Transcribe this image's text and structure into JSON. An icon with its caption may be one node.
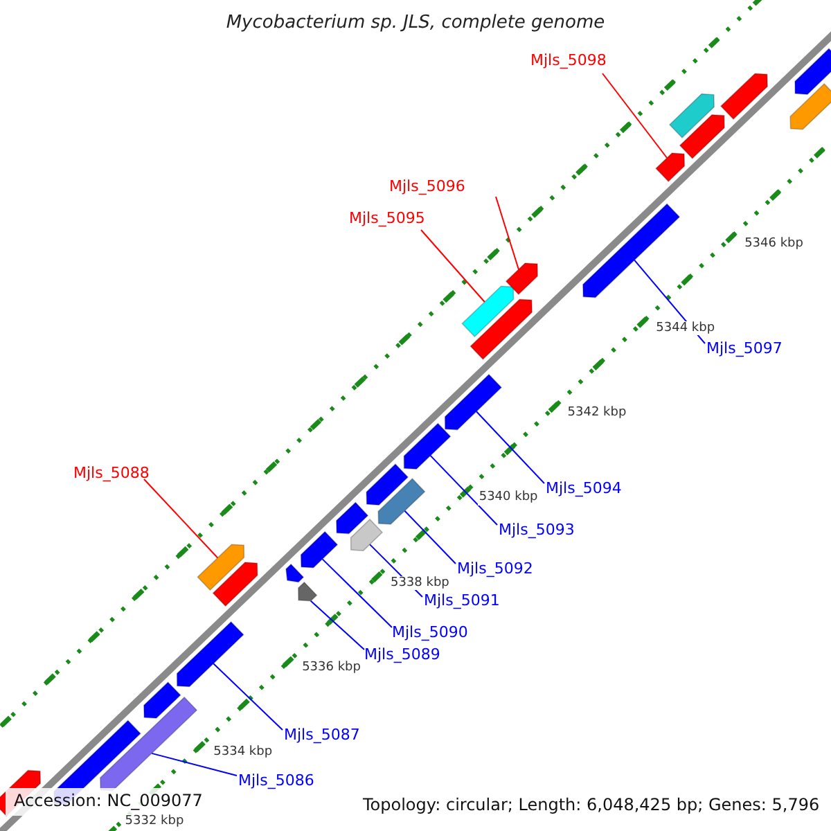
{
  "diagram": {
    "title": "Mycobacterium sp. JLS, complete genome",
    "nodes": [
      {
        "text": [
          "Mjls_5098"
        ]
      },
      {
        "text": [],
        "shape": "bar"
      },
      {
        "text": [
          "Mjls_5096"
        ]
      },
      {
        "text": [],
        "shape": "bar"
      },
      {
        "text": [
          "Mjls_5095"
        ]
      },
      {
        "text": [],
        "shape": "bar"
      },
      {
        "text": [
          "Mjls_5097"
        ]
      },
      {
        "text": [],
        "shape": "bar"
      },
      {
        "text": [
          "Mjls_5094"
        ]
      },
      {
        "text": [],
        "shape": "bar"
      },
      {
        "text": [
          "Mjls_5088"
        ]
      },
      {
        "text": [],
        "shape": "bar"
      },
      {
        "text": [
          "Mjls_5093"
        ]
      },
      {
        "text": [],
        "shape": "bar"
      },
      {
        "text": [
          "Mjls_5092"
        ]
      },
      {
        "text": [],
        "shape": "bar"
      },
      {
        "text": [
          "Mjls_5091"
        ]
      },
      {
        "text": [],
        "shape": "bar"
      },
      {
        "text": [
          "Mjls_5090"
        ]
      },
      {
        "text": [],
        "shape": "bar"
      },
      {
        "text": [
          "Mjls_5089"
        ]
      },
      {
        "text": [],
        "shape": "bar"
      },
      {
        "text": [
          "Mjls_5087"
        ]
      },
      {
        "text": [],
        "shape": "bar"
      },
      {
        "text": [
          "Mjls_5086"
        ]
      },
      {
        "text": [],
        "shape": "bar"
      },
      {
        "text": [],
        "shape": "bar"
      },
      {
        "text": [],
        "shape": "bar"
      },
      {
        "text": [],
        "shape": "bar"
      },
      {
        "text": [],
        "shape": "bar"
      },
      {
        "text": [],
        "shape": "bar"
      },
      {
        "text": [],
        "shape": "bar"
      },
      {
        "text": [],
        "shape": "bar"
      },
      {
        "text": [],
        "shape": "bar"
      },
      {
        "text": [],
        "shape": "bar"
      },
      {
        "text": [],
        "shape": "bar"
      },
      {
        "text": [],
        "shape": "bar"
      },
      {
        "text": [],
        "shape": "bar"
      },
      {
        "text": [],
        "shape": "bar"
      }
    ],
    "edges": [
      {
        "from": 0,
        "to": 1,
        "arrow": "none",
        "color": "#ff0000"
      },
      {
        "from": 2,
        "to": 3,
        "arrow": "none",
        "color": "#ff0000"
      },
      {
        "from": 4,
        "to": 5,
        "arrow": "none",
        "color": "#ff0000"
      },
      {
        "from": 6,
        "to": 7,
        "arrow": "none"
      },
      {
        "from": 8,
        "to": 9,
        "arrow": "none"
      },
      {
        "from": 10,
        "to": 11,
        "arrow": "none",
        "color": "#ff0000"
      },
      {
        "from": 12,
        "to": 13,
        "arrow": "none"
      },
      {
        "from": 14,
        "to": 15,
        "arrow": "none"
      },
      {
        "from": 16,
        "to": 17,
        "arrow": "none"
      },
      {
        "from": 18,
        "to": 19,
        "arrow": "none"
      },
      {
        "from": 20,
        "to": 21,
        "arrow": "none"
      },
      {
        "from": 22,
        "to": 23,
        "arrow": "none"
      },
      {
        "from": 24,
        "to": 25,
        "arrow": "none"
      }
    ],
    "labels": [
      "5346 kbp",
      "5344 kbp",
      "5342 kbp",
      "5340 kbp",
      "5338 kbp",
      "5336 kbp",
      "5334 kbp",
      "5332 kbp",
      "Accession: NC_009077",
      "Topology: circular; Length: 6,048,425 bp; Genes: 5,796"
    ]
  }
}
